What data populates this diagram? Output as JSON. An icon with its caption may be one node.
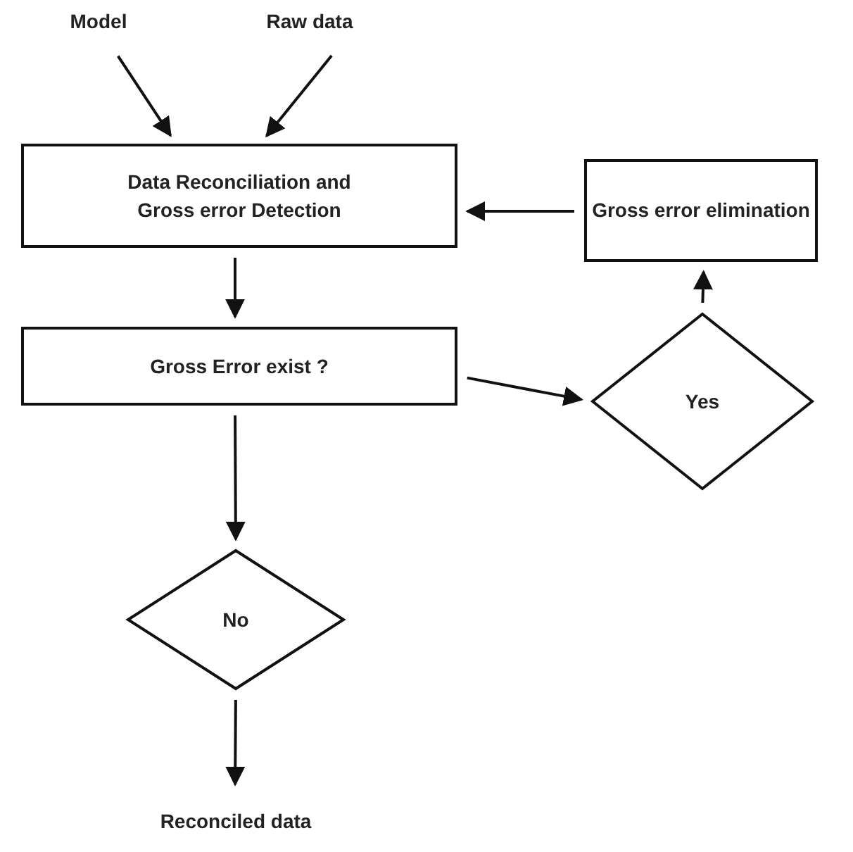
{
  "diagram": {
    "nodes": [
      {
        "text": [
          "Model"
        ]
      },
      {
        "text": [
          "Raw data"
        ]
      },
      {
        "text": [
          "Data Reconciliation and Gross error Detection"
        ]
      },
      {
        "text": [
          "Gross error elimination"
        ]
      },
      {
        "text": [
          "Gross Error  exist ?"
        ]
      },
      {
        "text": [
          "Yes"
        ]
      },
      {
        "text": [
          "No"
        ]
      },
      {
        "text": [
          "Reconciled data"
        ]
      }
    ],
    "edges": [
      {
        "from": 0,
        "to": 2,
        "arrow": "to"
      },
      {
        "from": 1,
        "to": 2,
        "arrow": "to"
      },
      {
        "from": 3,
        "to": 2,
        "arrow": "to"
      },
      {
        "from": 2,
        "to": 4,
        "arrow": "to"
      },
      {
        "from": 4,
        "to": 5,
        "arrow": "to"
      },
      {
        "from": 5,
        "to": 3,
        "arrow": "to"
      },
      {
        "from": 4,
        "to": 6,
        "arrow": "to"
      },
      {
        "from": 6,
        "to": 7,
        "arrow": "to"
      }
    ]
  }
}
